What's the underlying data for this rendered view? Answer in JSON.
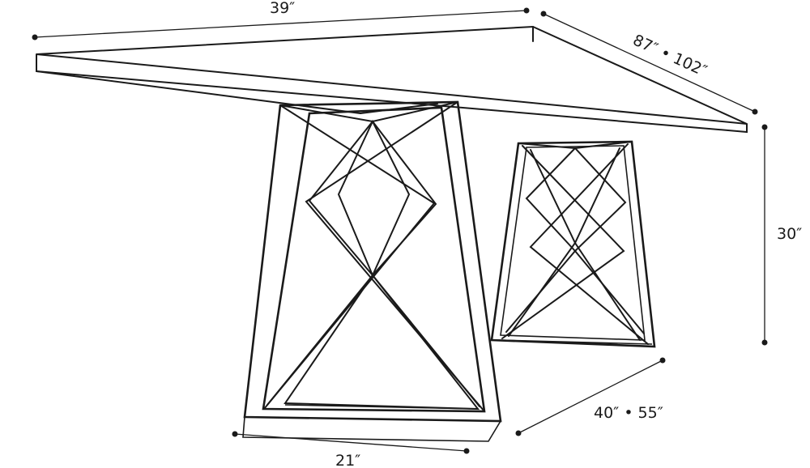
{
  "dimensions": {
    "top_width": "39″",
    "length": "87″ • 102″",
    "height": "30″",
    "leg_spread": "40″ • 55″",
    "base_width": "21″"
  },
  "colors": {
    "ink": "#1a1a1a",
    "background": "#ffffff"
  }
}
